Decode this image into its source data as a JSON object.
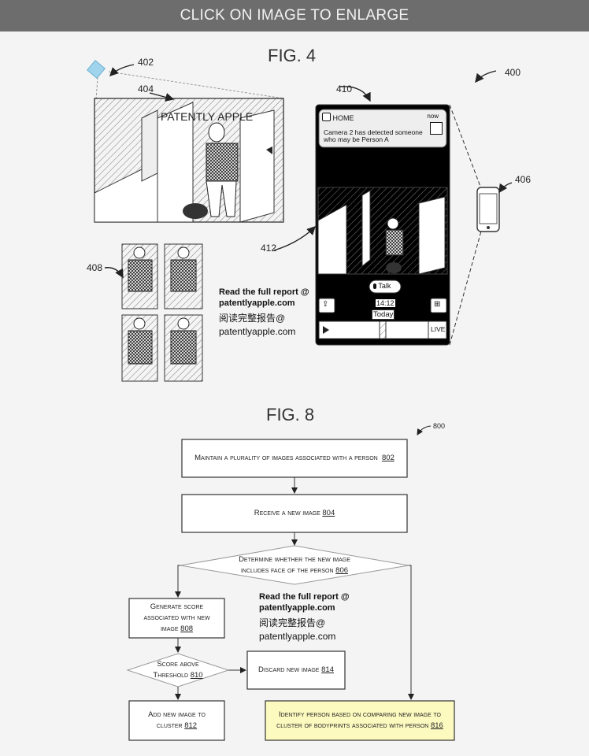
{
  "banner": {
    "text": "CLICK ON IMAGE TO ENLARGE"
  },
  "fig4": {
    "title": "FIG. 4",
    "refs": {
      "r402": "402",
      "r404": "404",
      "r400": "400",
      "r410": "410",
      "r406": "406",
      "r412": "412",
      "r408": "408"
    },
    "image_caption": "PATENTLY APPLE",
    "notification": {
      "home": "HOME",
      "now": "now",
      "message_line1": "Camera 2 has detected someone",
      "message_line2": "who may be Person A"
    },
    "controls": {
      "talk": "Talk",
      "time": "14:12",
      "today": "Today",
      "live": "LIVE"
    },
    "note": {
      "line1": "Read the full report @",
      "line2": "patentlyapple.com",
      "line3": "阅读完整报告@",
      "line4": "patentlyapple.com"
    }
  },
  "fig8": {
    "title": "FIG. 8",
    "ref800": "800",
    "steps": {
      "s802": {
        "text": "Maintain a plurality of images associated with a person",
        "num": "802"
      },
      "s804": {
        "text": "Receive a new image",
        "num": "804"
      },
      "s806": {
        "line1": "Determine whether the new image",
        "line2": "includes face of the person",
        "num": "806"
      },
      "s808": {
        "line1": "Generate score",
        "line2": "associated with new",
        "line3": "image",
        "num": "808"
      },
      "s810": {
        "line1": "Score above",
        "line2": "Threshold",
        "num": "810"
      },
      "s814": {
        "text": "Discard new image",
        "num": "814"
      },
      "s812": {
        "line1": "Add new image to",
        "line2": "cluster",
        "num": "812"
      },
      "s816": {
        "line1": "Identify person based on comparing new image to",
        "line2": "cluster of bodyprints associated with person",
        "num": "816"
      }
    },
    "note": {
      "line1": "Read the full report @",
      "line2": "patentlyapple.com",
      "line3": "阅读完整报告@",
      "line4": "patentlyapple.com"
    }
  }
}
